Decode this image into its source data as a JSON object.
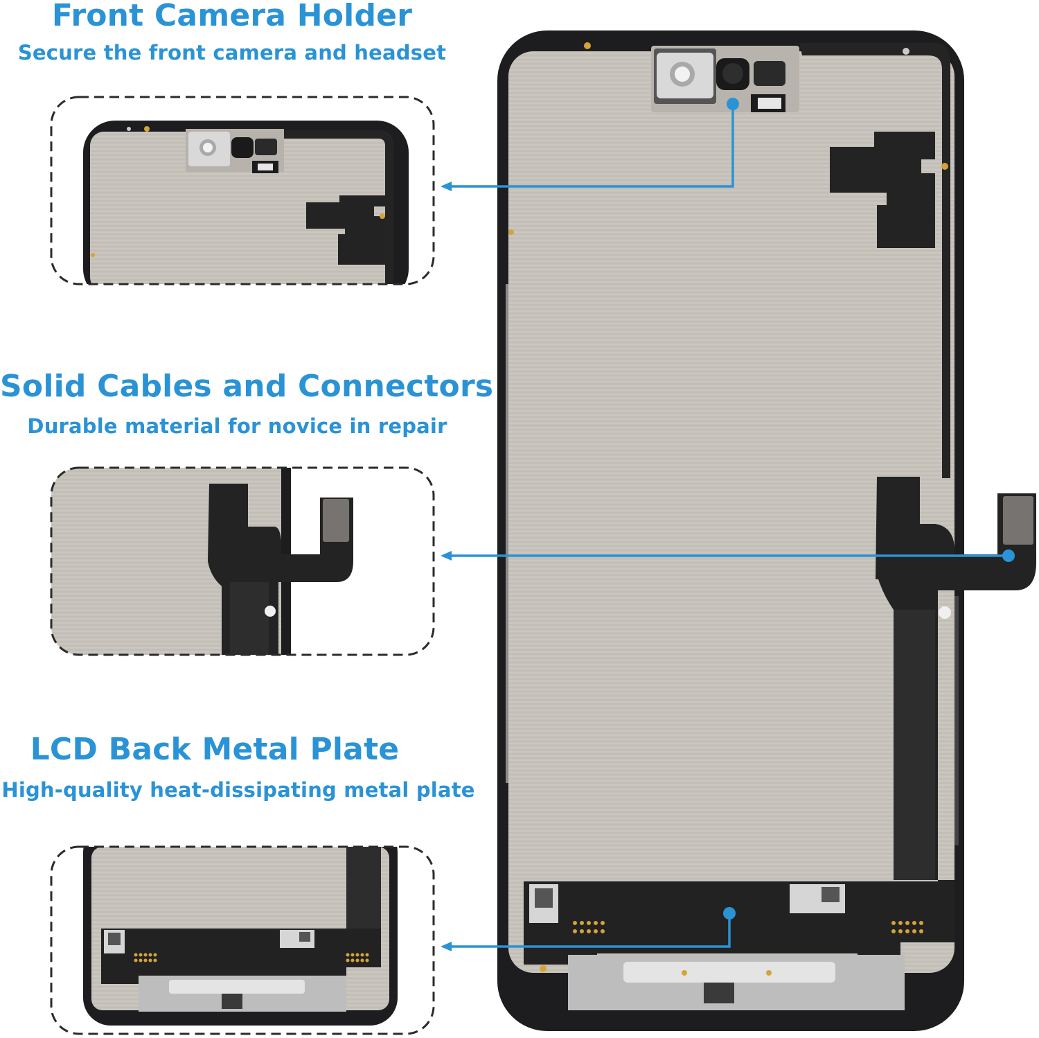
{
  "features": [
    {
      "title": "Front Camera Holder",
      "subtitle": "Secure the front camera and headset"
    },
    {
      "title": "Solid Cables and Connectors",
      "subtitle": "Durable material for novice in repair"
    },
    {
      "title": "LCD Back Metal Plate",
      "subtitle": "High-quality heat-dissipating metal plate"
    }
  ],
  "colors": {
    "accent": "#2a93d5",
    "frame": "#1d1d1f",
    "plate": "#c6c2bb",
    "flex": "#232323",
    "silver": "#d9d9d9",
    "dash": "#2b2b2b"
  }
}
